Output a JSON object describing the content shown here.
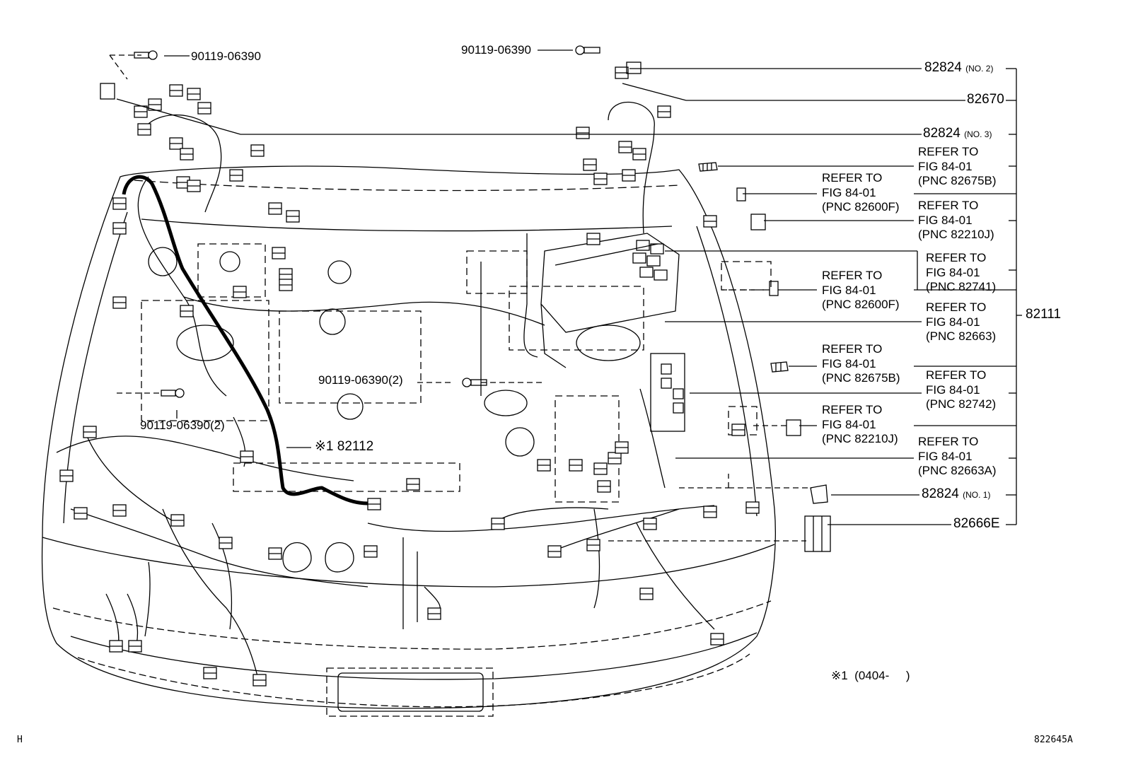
{
  "diagram": {
    "top_bolt_left": "90119-06390",
    "top_bolt_center": "90119-06390",
    "mid_bolt_center": "90119-06390(2)",
    "mid_bolt_left": "90119-06390(2)",
    "engine_harness": {
      "mark": "※1",
      "number": "82112"
    },
    "main_harness": "82111",
    "callouts_right": [
      {
        "number": "82824",
        "suffix": "(NO. 2)"
      },
      {
        "number": "82670",
        "suffix": ""
      },
      {
        "number": "82824",
        "suffix": "(NO. 3)"
      },
      {
        "number": "82824",
        "suffix": "(NO. 1)"
      },
      {
        "number": "82666E",
        "suffix": ""
      }
    ],
    "refer_blocks": [
      {
        "l1": "REFER TO",
        "l2": "FIG  84-01",
        "l3": "(PNC 82675B)"
      },
      {
        "l1": "REFER TO",
        "l2": "FIG  84-01",
        "l3": "(PNC 82600F)"
      },
      {
        "l1": "REFER TO",
        "l2": "FIG  84-01",
        "l3": "(PNC 82210J)"
      },
      {
        "l1": "REFER TO",
        "l2": "FIG  84-01",
        "l3": "(PNC 82741)"
      },
      {
        "l1": "REFER TO",
        "l2": "FIG  84-01",
        "l3": "(PNC 82600F)"
      },
      {
        "l1": "REFER TO",
        "l2": "FIG  84-01",
        "l3": "(PNC 82663)"
      },
      {
        "l1": "REFER TO",
        "l2": "FIG  84-01",
        "l3": "(PNC 82675B)"
      },
      {
        "l1": "REFER TO",
        "l2": "FIG  84-01",
        "l3": "(PNC 82742)"
      },
      {
        "l1": "REFER TO",
        "l2": "FIG  84-01",
        "l3": "(PNC 82210J)"
      },
      {
        "l1": "REFER TO",
        "l2": "FIG  84-01",
        "l3": "(PNC 82663A)"
      }
    ],
    "footnote": {
      "mark": "※1",
      "range": "(0404-     )"
    },
    "corner_left": "H",
    "illustration_code": "822645A"
  }
}
